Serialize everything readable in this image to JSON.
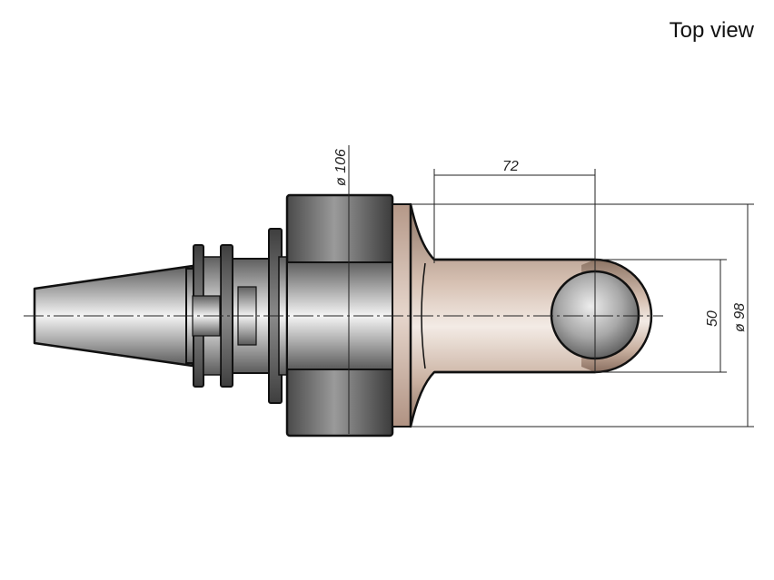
{
  "view_title": "Top view",
  "dimensions": {
    "outer_diameter": "ø 106",
    "reach_length": "72",
    "head_width": "50",
    "head_diameter": "ø 98"
  }
}
